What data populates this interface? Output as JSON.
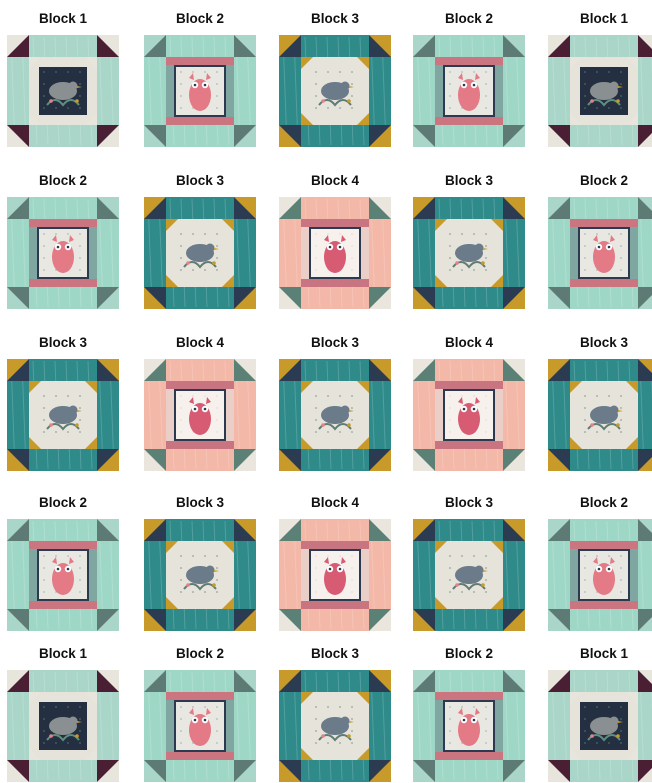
{
  "title": "",
  "rows": [
    [
      {
        "label": "Block 1",
        "type": "block1"
      },
      {
        "label": "Block 2",
        "type": "block2"
      },
      {
        "label": "Block 3",
        "type": "block3"
      },
      {
        "label": "Block 2",
        "type": "block2"
      },
      {
        "label": "Block 1",
        "type": "block1"
      }
    ],
    [
      {
        "label": "Block 2",
        "type": "block2"
      },
      {
        "label": "Block 3",
        "type": "block3"
      },
      {
        "label": "Block 4",
        "type": "block4"
      },
      {
        "label": "Block 3",
        "type": "block3"
      },
      {
        "label": "Block 2",
        "type": "block2"
      }
    ],
    [
      {
        "label": "Block 3",
        "type": "block3"
      },
      {
        "label": "Block 4",
        "type": "block4"
      },
      {
        "label": "Block 3",
        "type": "block3"
      },
      {
        "label": "Block 4",
        "type": "block4"
      },
      {
        "label": "Block 3",
        "type": "block3"
      }
    ],
    [
      {
        "label": "Block 2",
        "type": "block2"
      },
      {
        "label": "Block 3",
        "type": "block3"
      },
      {
        "label": "Block 4",
        "type": "block4"
      },
      {
        "label": "Block 3",
        "type": "block3"
      },
      {
        "label": "Block 2",
        "type": "block2"
      }
    ],
    [
      {
        "label": "Block 1",
        "type": "block1"
      },
      {
        "label": "Block 2",
        "type": "block2"
      },
      {
        "label": "Block 3",
        "type": "block3"
      },
      {
        "label": "Block 2",
        "type": "block2"
      },
      {
        "label": "Block 1",
        "type": "block1"
      }
    ]
  ],
  "palettes": {
    "block1": {
      "outer": "#a9d6c8",
      "corner_light": "#e8e5dc",
      "corner_dark": "#4a1f34",
      "inner": "#e6e3da",
      "center": "#243042",
      "motif": "#8a8f91",
      "accent": "#5f8f7e"
    },
    "block2": {
      "outer": "#9fd7c7",
      "corner_light": "#a9d6c8",
      "corner_dark": "#5d7a74",
      "inner": "#2b3a4f",
      "inner_accent": "#e8808a",
      "center": "#e9e7e1",
      "motif": "#e37a86",
      "accent": "#7fa6a0"
    },
    "block3": {
      "outer": "#2f8a8a",
      "corner_light": "#c89a2a",
      "corner_dark": "#2a3b52",
      "inner": "#e5e3da",
      "center": "#e5e3da",
      "motif": "#6b7b8a",
      "accent": "#5e7c74"
    },
    "block4": {
      "outer": "#f3b8a8",
      "corner_light": "#eae6de",
      "corner_dark": "#5b8076",
      "inner": "#2b3a4f",
      "inner_accent": "#e57f8a",
      "center": "#f6f1ec",
      "motif": "#d85b74",
      "accent": "#e9cfc7"
    }
  }
}
